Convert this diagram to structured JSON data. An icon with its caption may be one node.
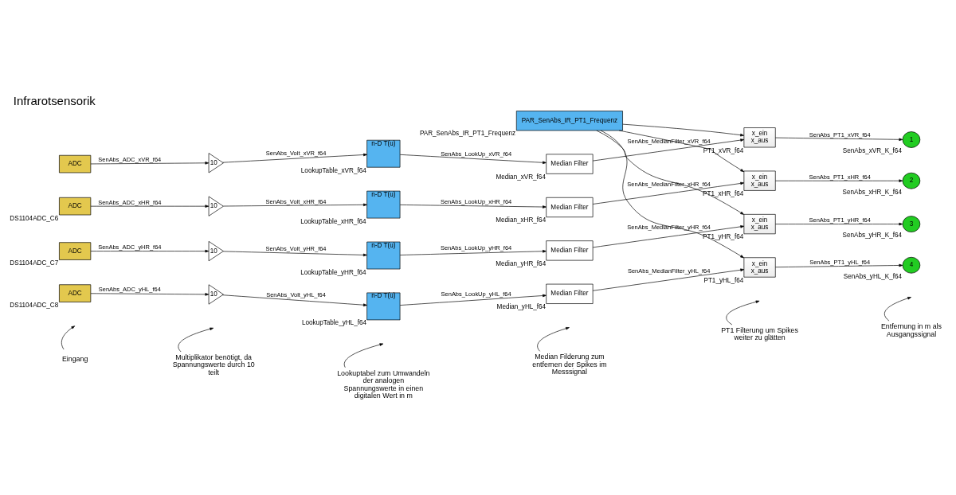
{
  "diagram": {
    "title": "Infrarotsensorik",
    "nodes": [
      {
        "text": [
          "PAR_SenAbs_IR_PT1_Frequenz"
        ],
        "beside": [
          "PAR_SenAbs_IR_PT1_Frequenz"
        ]
      },
      {
        "text": [
          "ADC"
        ]
      },
      {
        "text": [
          "10"
        ]
      },
      {
        "text": [
          "n-D T(u)"
        ],
        "beside": [
          "LookupTable_xVR_f64"
        ]
      },
      {
        "text": [
          "Median Filter"
        ],
        "beside": [
          "Median_xVR_f64"
        ]
      },
      {
        "text": [
          "x_ein",
          "x_aus"
        ],
        "beside": [
          "PT1_xVR_f64"
        ]
      },
      {
        "text": [
          "1"
        ],
        "beside": [
          "SenAbs_xVR_K_f64"
        ]
      },
      {
        "text": [
          "ADC"
        ],
        "beside": [
          "DS1104ADC_C6"
        ]
      },
      {
        "text": [
          "10"
        ]
      },
      {
        "text": [
          "n-D T(u)"
        ],
        "beside": [
          "LookupTable_xHR_f64"
        ]
      },
      {
        "text": [
          "Median Filter"
        ],
        "beside": [
          "Median_xHR_f64"
        ]
      },
      {
        "text": [
          "x_ein",
          "x_aus"
        ],
        "beside": [
          "PT1_xHR_f64"
        ]
      },
      {
        "text": [
          "2"
        ],
        "beside": [
          "SenAbs_xHR_K_f64"
        ]
      },
      {
        "text": [
          "ADC"
        ],
        "beside": [
          "DS1104ADC_C7"
        ]
      },
      {
        "text": [
          "10"
        ]
      },
      {
        "text": [
          "n-D T(u)"
        ],
        "beside": [
          "LookupTable_yHR_f64"
        ]
      },
      {
        "text": [
          "Median Filter"
        ],
        "beside": [
          "Median_yHR_f64"
        ]
      },
      {
        "text": [
          "x_ein",
          "x_aus"
        ],
        "beside": [
          "PT1_yHR_f64"
        ]
      },
      {
        "text": [
          "3"
        ],
        "beside": [
          "SenAbs_yHR_K_f64"
        ]
      },
      {
        "text": [
          "ADC"
        ],
        "beside": [
          "DS1104ADC_C8"
        ]
      },
      {
        "text": [
          "10"
        ]
      },
      {
        "text": [
          "n-D T(u)"
        ],
        "beside": [
          "LookupTable_yHL_f64"
        ]
      },
      {
        "text": [
          "Median Filter"
        ],
        "beside": [
          "Median_yHL_f64"
        ]
      },
      {
        "text": [
          "x_ein",
          "x_aus"
        ],
        "beside": [
          "PT1_yHL_f64"
        ]
      },
      {
        "text": [
          "4"
        ],
        "beside": [
          "SenAbs_yHL_K_f64"
        ]
      },
      {
        "text": [
          "Eingang"
        ]
      },
      {
        "text": [
          "Multiplikator benötigt, da Spannungswerte durch 10 teilt"
        ]
      },
      {
        "text": [
          "Lookuptabel zum Umwandeln der analogen Spannungswerte in einen digitalen Wert in m"
        ]
      },
      {
        "text": [
          "Median Filderung zum entfernen der Spikes im Messsignal"
        ]
      },
      {
        "text": [
          "PT1 Filterung um Spikes weiter zu glätten"
        ]
      },
      {
        "text": [
          "Entfernung in m als Ausgangssignal"
        ]
      }
    ],
    "edges": [
      {
        "from": 1,
        "to": 2,
        "arrow": "to",
        "label": "SenAbs_ADC_xVR_f64"
      },
      {
        "from": 2,
        "to": 3,
        "arrow": "to",
        "label": "SenAbs_Volt_xVR_f64"
      },
      {
        "from": 3,
        "to": 4,
        "arrow": "to",
        "label": "SenAbs_LookUp_xVR_f64"
      },
      {
        "from": 4,
        "to": 5,
        "arrow": "to",
        "label": "SenAbs_MedianFilter_xVR_f64"
      },
      {
        "from": 5,
        "to": 6,
        "arrow": "to",
        "label": "SenAbs_PT1_xVR_f64"
      },
      {
        "from": 7,
        "to": 8,
        "arrow": "to",
        "label": "SenAbs_ADC_xHR_f64"
      },
      {
        "from": 8,
        "to": 9,
        "arrow": "to",
        "label": "SenAbs_Volt_xHR_f64"
      },
      {
        "from": 9,
        "to": 10,
        "arrow": "to",
        "label": "SenAbs_LookUp_xHR_f64"
      },
      {
        "from": 10,
        "to": 11,
        "arrow": "to",
        "label": "SenAbs_MedianFilter_xHR_f64"
      },
      {
        "from": 11,
        "to": 12,
        "arrow": "to",
        "label": "SenAbs_PT1_xHR_f64"
      },
      {
        "from": 13,
        "to": 14,
        "arrow": "to",
        "label": "SenAbs_ADC_yHR_f64"
      },
      {
        "from": 14,
        "to": 15,
        "arrow": "to",
        "label": "SenAbs_Volt_yHR_f64"
      },
      {
        "from": 15,
        "to": 16,
        "arrow": "to",
        "label": "SenAbs_LookUp_yHR_f64"
      },
      {
        "from": 16,
        "to": 17,
        "arrow": "to",
        "label": "SenAbs_MedianFilter_yHR_f64"
      },
      {
        "from": 17,
        "to": 18,
        "arrow": "to",
        "label": "SenAbs_PT1_yHR_f64"
      },
      {
        "from": 19,
        "to": 20,
        "arrow": "to",
        "label": "SenAbs_ADC_yHL_f64"
      },
      {
        "from": 20,
        "to": 21,
        "arrow": "to",
        "label": "SenAbs_Volt_yHL_f64"
      },
      {
        "from": 21,
        "to": 22,
        "arrow": "to",
        "label": "SenAbs_LookUp_yHL_f64"
      },
      {
        "from": 22,
        "to": 23,
        "arrow": "to",
        "label": "SenAbs_MedianFilter_yHL_f64"
      },
      {
        "from": 23,
        "to": 24,
        "arrow": "to",
        "label": "SenAbs_PT1_yHL_f64"
      },
      {
        "from": 0,
        "to": 5,
        "arrow": "to"
      },
      {
        "from": 0,
        "to": 11,
        "arrow": "to"
      },
      {
        "from": 0,
        "to": 17,
        "arrow": "to"
      },
      {
        "from": 0,
        "to": 23,
        "arrow": "to"
      },
      {
        "from": 25,
        "to": null,
        "arrow": "to"
      },
      {
        "from": 26,
        "to": null,
        "arrow": "to"
      },
      {
        "from": 27,
        "to": null,
        "arrow": "to"
      },
      {
        "from": 28,
        "to": null,
        "arrow": "to"
      },
      {
        "from": 29,
        "to": null,
        "arrow": "to"
      },
      {
        "from": 30,
        "to": null,
        "arrow": "to"
      }
    ]
  }
}
